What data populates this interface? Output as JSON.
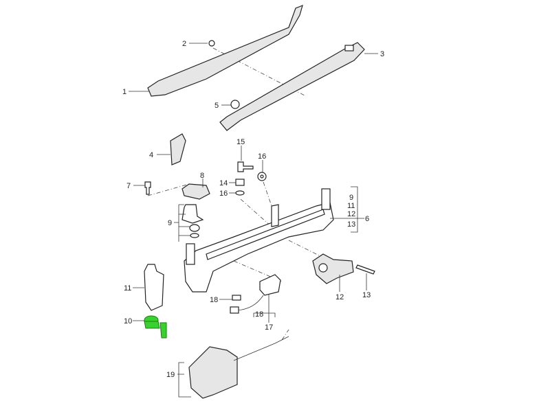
{
  "diagram": {
    "highlight_color": "#39d12e",
    "labels": {
      "p1": "1",
      "p2": "2",
      "p3": "3",
      "p4": "4",
      "p5": "5",
      "p6": "6",
      "p7": "7",
      "p8": "8",
      "p9": "9",
      "p10": "10",
      "p11": "11",
      "p12": "12",
      "p13": "13",
      "p14": "14",
      "p15": "15",
      "p16a": "16",
      "p16b": "16",
      "p17": "17",
      "p18a": "18",
      "p18b": "18",
      "p19": "19",
      "group6": [
        "9",
        "11",
        "12",
        "13"
      ]
    }
  }
}
